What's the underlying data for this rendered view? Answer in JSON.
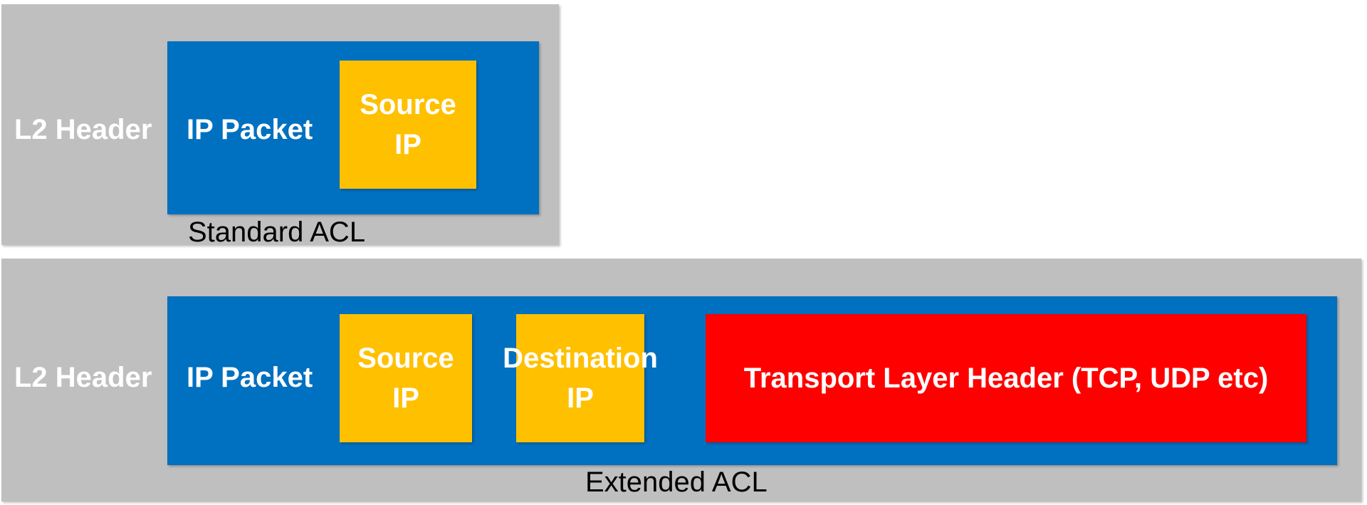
{
  "standard": {
    "l2_header": "L2 Header",
    "ip_packet": "IP Packet",
    "source_ip_line1": "Source",
    "source_ip_line2": "IP",
    "caption": "Standard ACL"
  },
  "extended": {
    "l2_header": "L2 Header",
    "ip_packet": "IP Packet",
    "source_ip_line1": "Source",
    "source_ip_line2": "IP",
    "destination_ip_line1": "Destination",
    "destination_ip_line2": "IP",
    "transport_header": "Transport Layer Header (TCP, UDP etc)",
    "caption": "Extended ACL"
  },
  "colors": {
    "frame": "#bfbfbf",
    "ip_packet": "#0070c0",
    "ip_field": "#ffc000",
    "transport_field": "#ff0000"
  }
}
